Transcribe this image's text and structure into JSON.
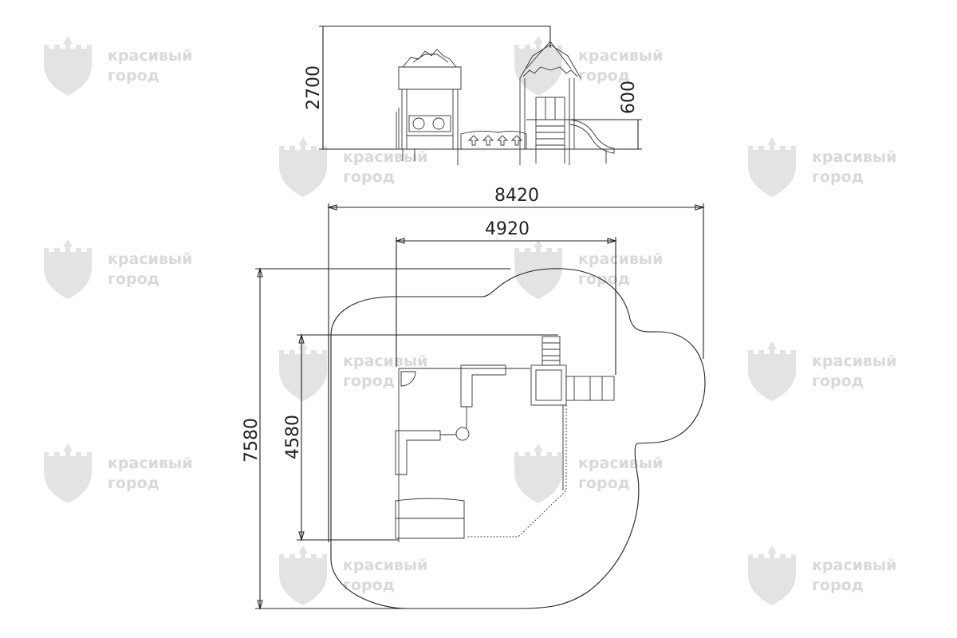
{
  "dimensions": {
    "height_total": "2700",
    "height_platform": "600",
    "width_total": "8420",
    "width_inner": "4920",
    "depth_total": "7580",
    "depth_inner": "4580"
  },
  "watermark": {
    "line1": "красивый",
    "line2": "город",
    "icon": "castle-shield-icon"
  },
  "colors": {
    "line": "#222222",
    "watermark": "#e0e0e0"
  }
}
